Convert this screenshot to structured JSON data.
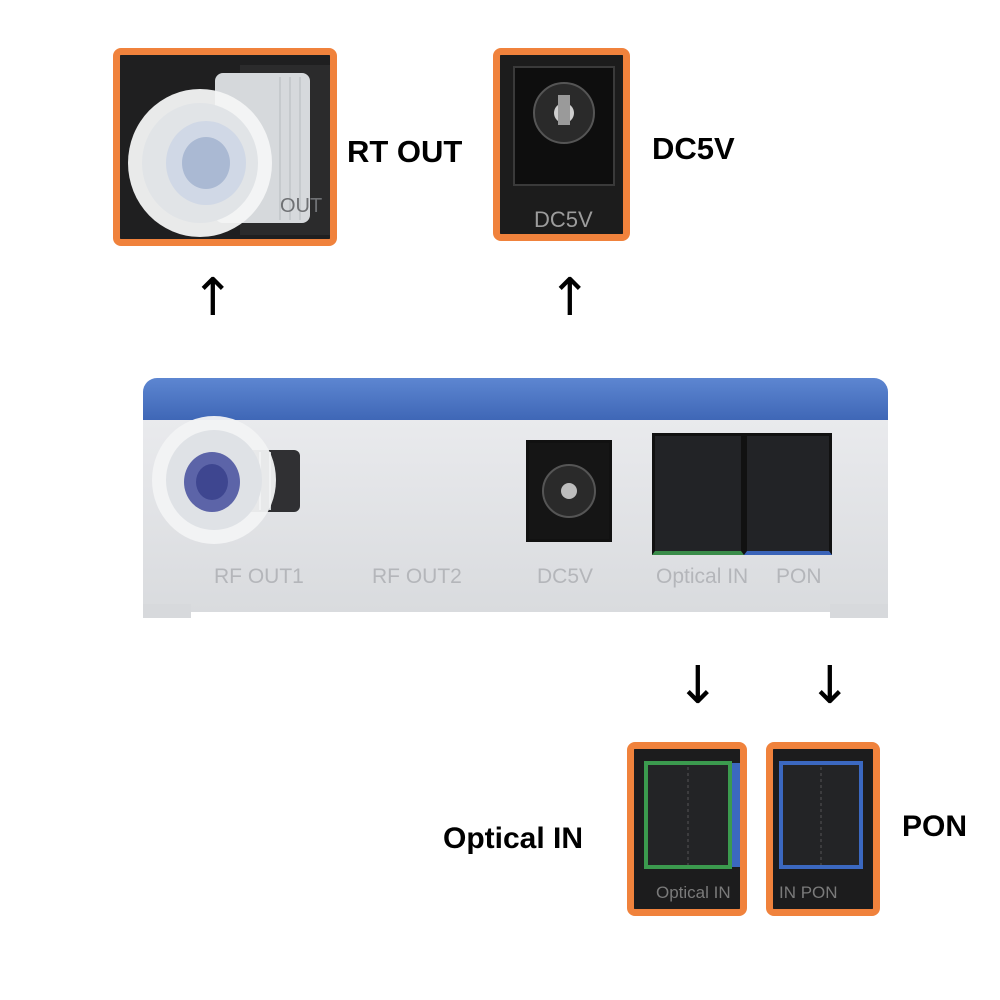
{
  "callouts": {
    "rf_out": {
      "label": "RT OUT",
      "inner_text": "OUT"
    },
    "dc5v": {
      "label": "DC5V",
      "inner_text": "DC5V"
    },
    "optical_in": {
      "label": "Optical IN",
      "inner_text": "Optical  IN"
    },
    "pon": {
      "label": "PON",
      "inner_text": "IN  PON"
    }
  },
  "arrows": {
    "up": "↑",
    "down": "↓"
  },
  "device": {
    "port_labels": {
      "rf_out1": "RF OUT1",
      "rf_out2": "RF OUT2",
      "dc5v": "DC5V",
      "optical_in": "Optical IN",
      "pon": "PON"
    }
  },
  "colors": {
    "frame": "#f0823c",
    "device_top": "#4a72c0",
    "device_body": "#e3e4e7"
  }
}
